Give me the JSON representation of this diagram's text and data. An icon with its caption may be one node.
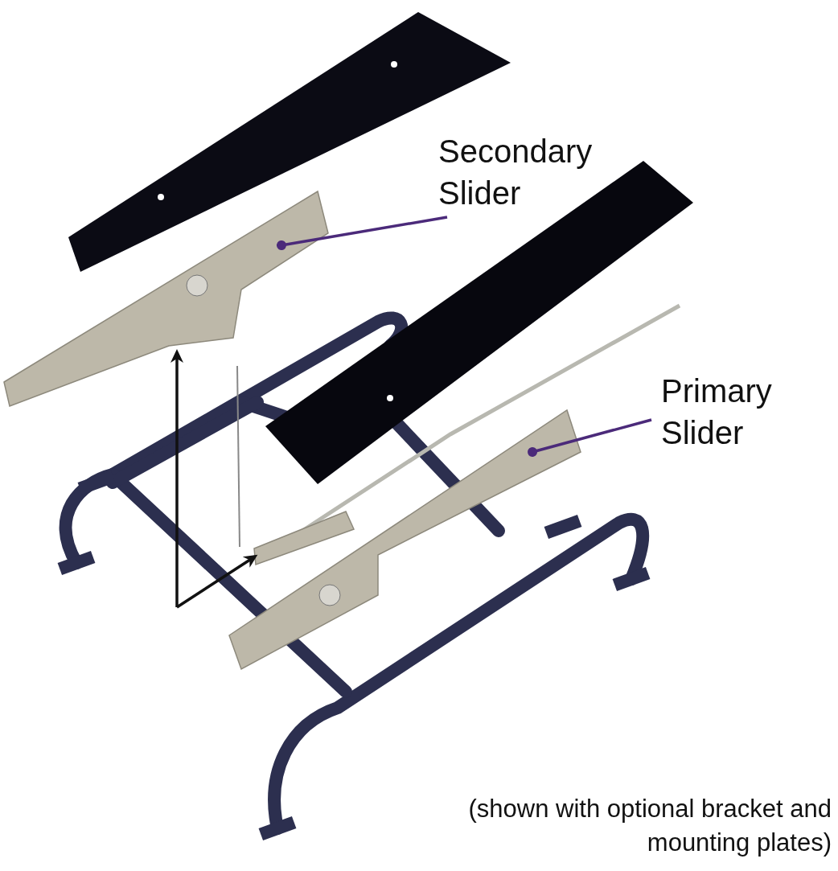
{
  "diagram": {
    "caption": "(shown with optional bracket and mounting plates)",
    "nodes": [
      {
        "text": [
          "Secondary Slider"
        ]
      },
      {
        "text": [],
        "shape": "picture"
      },
      {
        "text": [
          "Primary Slider"
        ]
      },
      {
        "text": [],
        "shape": "picture"
      }
    ],
    "edges": [
      {
        "from": 0,
        "to": 1,
        "arrow": "other",
        "color": "#4b2a7a"
      },
      {
        "from": 2,
        "to": 3,
        "arrow": "other",
        "color": "#4b2a7a"
      },
      {
        "from": null,
        "to": 1,
        "arrow": "to",
        "color": "#111111"
      },
      {
        "from": null,
        "to": 3,
        "arrow": "to",
        "color": "#111111"
      }
    ]
  }
}
